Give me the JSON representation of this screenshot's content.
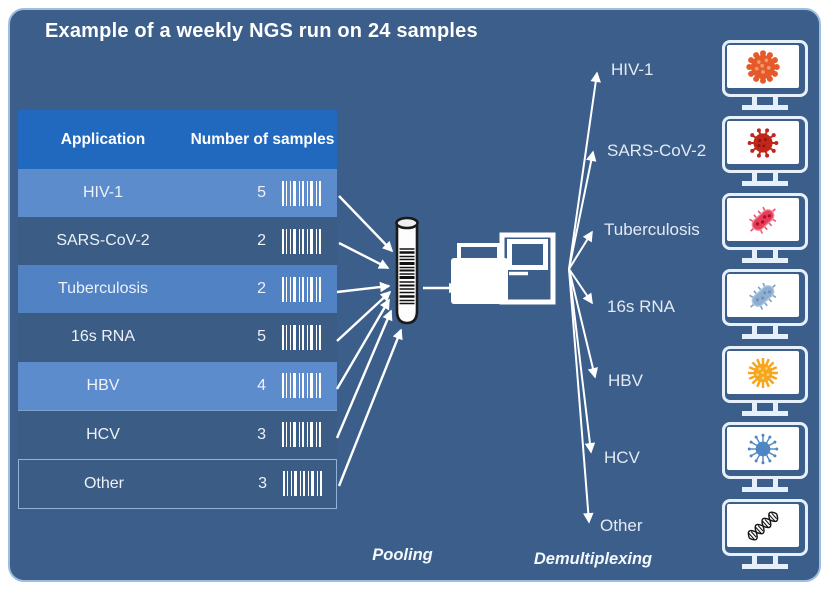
{
  "title": "Example of a weekly NGS run on 24 samples",
  "colors": {
    "panel_background": "#3C5E8A",
    "panel_border": "#9FBEDF",
    "table_header": "#2169BE",
    "row_light": "#5D8CCD",
    "row_medium": "#5082C4",
    "row_dark": "#3A5C85",
    "arrow": "#FFFFFF"
  },
  "table": {
    "columns": [
      "Application",
      "Number of samples"
    ],
    "rows": [
      {
        "application": "HIV-1",
        "samples": "5",
        "shade": "light"
      },
      {
        "application": "SARS-CoV-2",
        "samples": "2",
        "shade": "dark"
      },
      {
        "application": "Tuberculosis",
        "samples": "2",
        "shade": "medium"
      },
      {
        "application": "16s RNA",
        "samples": "5",
        "shade": "dark"
      },
      {
        "application": "HBV",
        "samples": "4",
        "shade": "light"
      },
      {
        "application": "HCV",
        "samples": "3",
        "shade": "dark"
      },
      {
        "application": "Other",
        "samples": "3",
        "shade": "dark"
      }
    ]
  },
  "stages": {
    "pooling_label": "Pooling",
    "demultiplexing_label": "Demultiplexing"
  },
  "outputs": [
    {
      "label": "HIV-1",
      "icon": "hiv-virus-icon",
      "icon_color": "#E55A2B"
    },
    {
      "label": "SARS-CoV-2",
      "icon": "sars-cov-2-virus-icon",
      "icon_color": "#C1261B"
    },
    {
      "label": "Tuberculosis",
      "icon": "tuberculosis-bacterium-icon",
      "icon_color": "#E83D57"
    },
    {
      "label": "16s RNA",
      "icon": "bacterium-16s-icon",
      "icon_color": "#8FAFD2"
    },
    {
      "label": "HBV",
      "icon": "hbv-virus-icon",
      "icon_color": "#F6A51E"
    },
    {
      "label": "HCV",
      "icon": "hcv-virus-icon",
      "icon_color": "#4E86C4"
    },
    {
      "label": "Other",
      "icon": "dna-helix-icon",
      "icon_color": "#141414"
    }
  ],
  "icons": {
    "pooled_tube": "barcoded-sample-tube-icon",
    "sequencer": "ngs-sequencer-icon",
    "row_barcode": "barcode-icon",
    "monitor": "monitor-icon"
  }
}
